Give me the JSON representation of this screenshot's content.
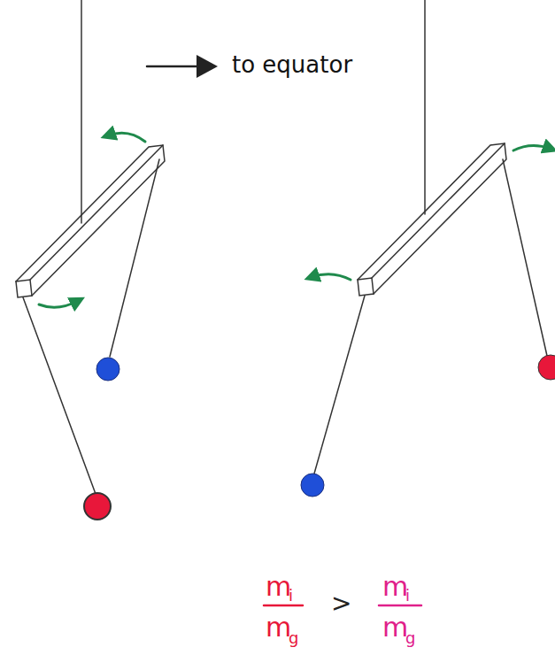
{
  "diagram": {
    "labels": [
      "to equator",
      "m",
      "i",
      "m",
      "g",
      ">",
      "m",
      "i",
      "m",
      "g"
    ]
  }
}
